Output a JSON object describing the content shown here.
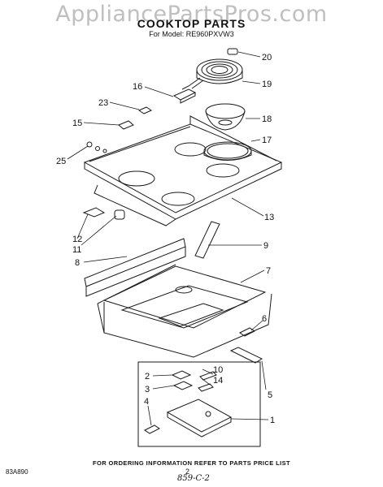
{
  "header": {
    "watermark": "AppliancePartsPros.com",
    "title": "COOKTOP PARTS",
    "model_prefix": "For Model:",
    "model_number": "RE960PXVW3"
  },
  "callouts": [
    "20",
    "19",
    "16",
    "23",
    "18",
    "15",
    "17",
    "25",
    "13",
    "12",
    "11",
    "9",
    "8",
    "7",
    "6",
    "2",
    "10",
    "3",
    "14",
    "4",
    "5",
    "1"
  ],
  "footer": {
    "instructions": "FOR ORDERING INFORMATION REFER TO PARTS PRICE LIST",
    "page_number": "2",
    "diagram_code": "83A890",
    "handwritten_note": "859-C-2"
  },
  "line_color": "#1a1a1a"
}
